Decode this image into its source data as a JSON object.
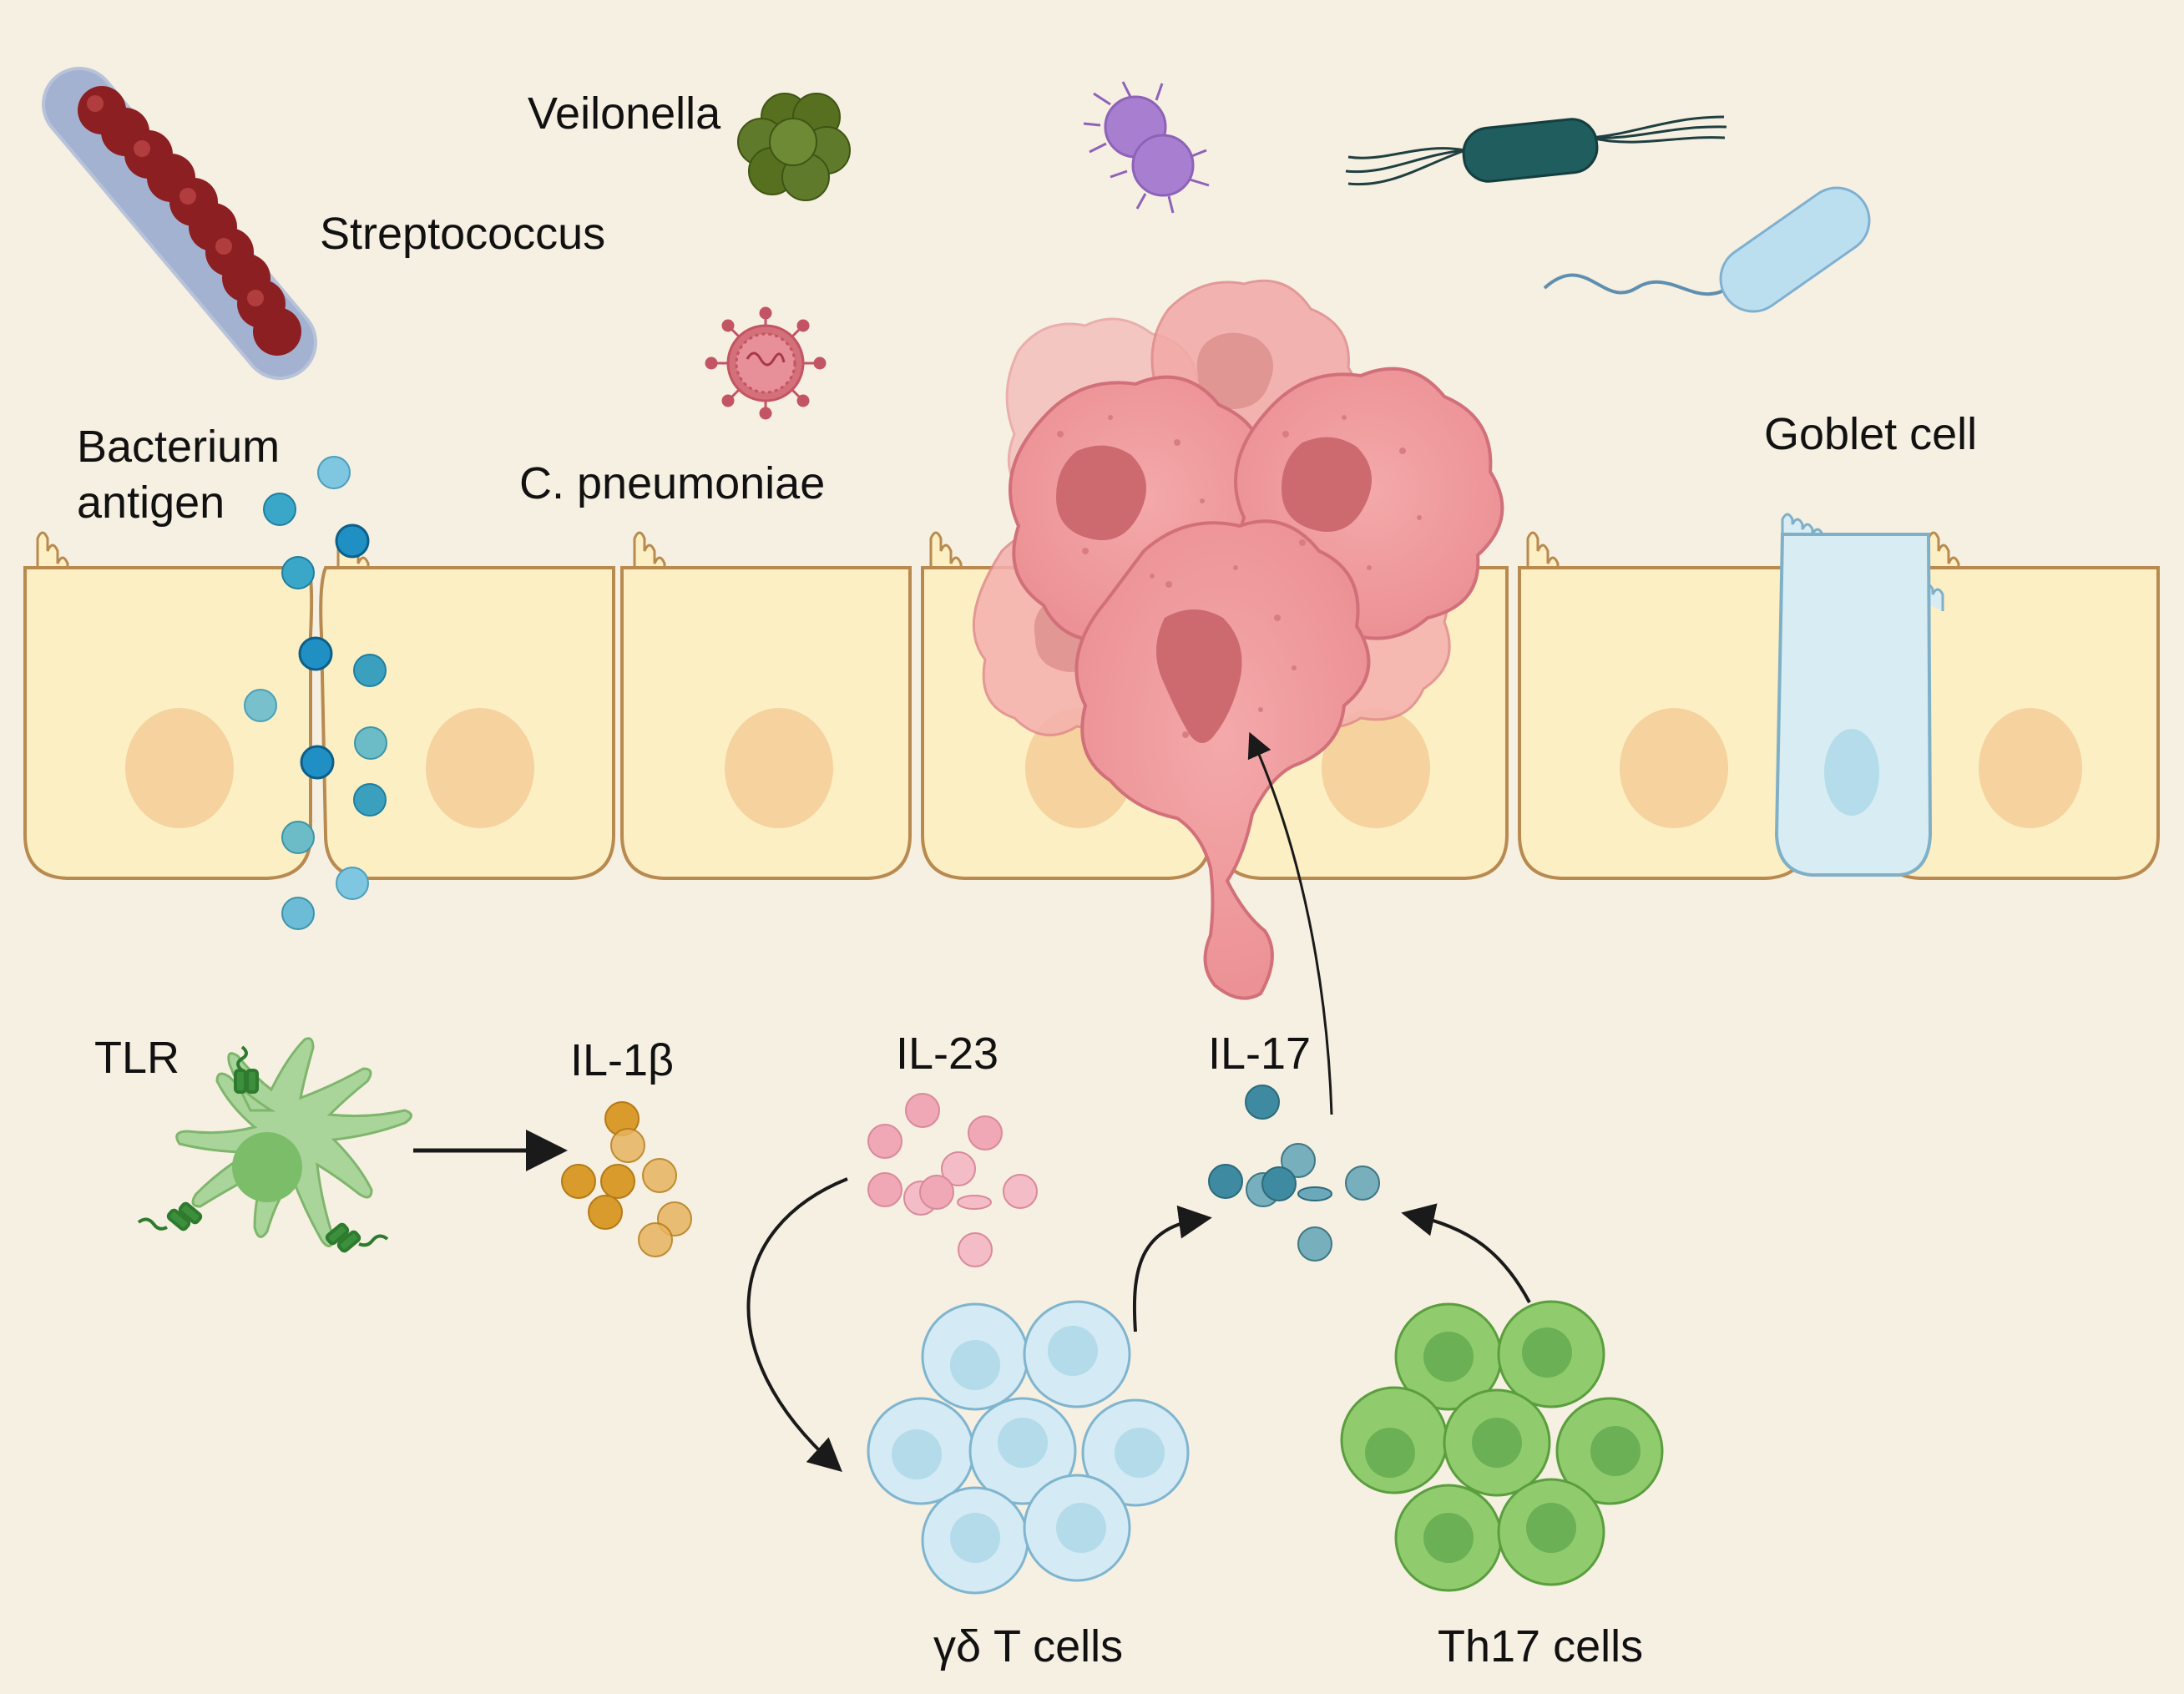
{
  "labels": {
    "veilonella": "Veilonella",
    "streptococcus": "Streptococcus",
    "bacterium_line1": "Bacterium",
    "bacterium_line2": "antigen",
    "c_pneumoniae": "C. pneumoniae",
    "goblet_cell": "Goblet cell",
    "tlr": "TLR",
    "il1b": "IL-1β",
    "il23": "IL-23",
    "il17": "IL-17",
    "gd_t_cells": "γδ T cells",
    "th17_cells": "Th17 cells"
  },
  "colors": {
    "background": "#f6f0e2",
    "epithelial_cell": "#fcefc4",
    "epithelial_border": "#b98a50",
    "nucleus": "#f5d29e",
    "goblet_cell": "#d8ecf3",
    "tumor": "#ef9a9c",
    "tumor_nucleus": "#cc6a70",
    "antigen": "#3aa7c9",
    "dendritic_cell": "#a9d59a",
    "il1b": "#d99b2c",
    "il23": "#f0a8b6",
    "il17": "#3e8aa0",
    "gd_t_cell": "#d4eaf4",
    "th17_cell": "#90cc6e",
    "streptococcus": "#8c1f22",
    "veilonella": "#5f7a2a",
    "purple_bacterium": "#a87fd0",
    "teal_bacterium": "#1f5d5e",
    "light_blue_bacterium": "#bcdff0",
    "virus": "#d4707a"
  }
}
